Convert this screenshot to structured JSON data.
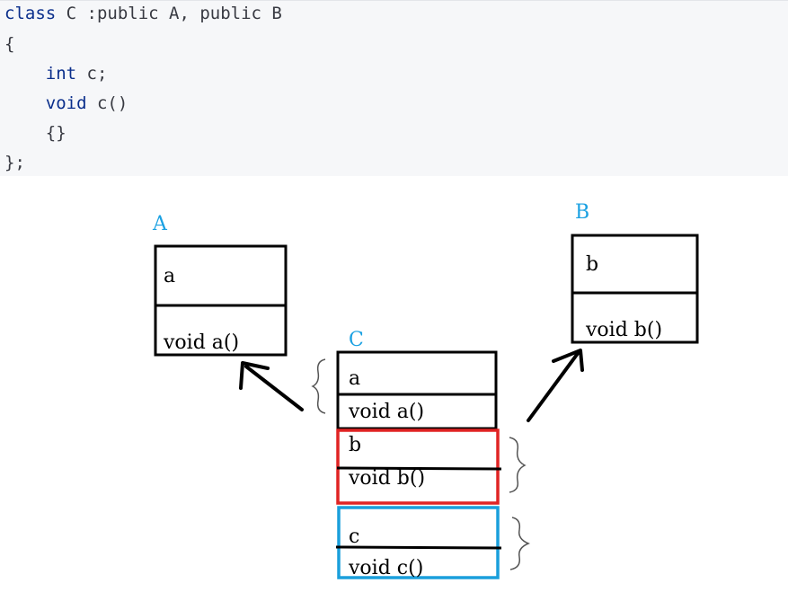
{
  "code": {
    "line1": {
      "keyword": "class",
      "rest": " C :public A, public B"
    },
    "line2": "{",
    "line3": {
      "indent": "    ",
      "keyword": "int",
      "rest": " c;"
    },
    "line4": {
      "indent": "    ",
      "keyword": "void",
      "rest": " c()"
    },
    "line5": "    {}",
    "line6": "};"
  },
  "diagram": {
    "class_a": {
      "title": "A",
      "field": "a",
      "method": "void a()"
    },
    "class_b": {
      "title": "B",
      "field": "b",
      "method": "void b()"
    },
    "class_c": {
      "title": "C",
      "a_field": "a",
      "a_method": "void a()",
      "b_field": "b",
      "b_method": "void b()",
      "c_field": "c",
      "c_method": "void c()"
    },
    "colors": {
      "title": "#1ba1e2",
      "b_part_border": "#e02424",
      "c_part_border": "#1a9fdc",
      "box_border": "#000000"
    }
  }
}
